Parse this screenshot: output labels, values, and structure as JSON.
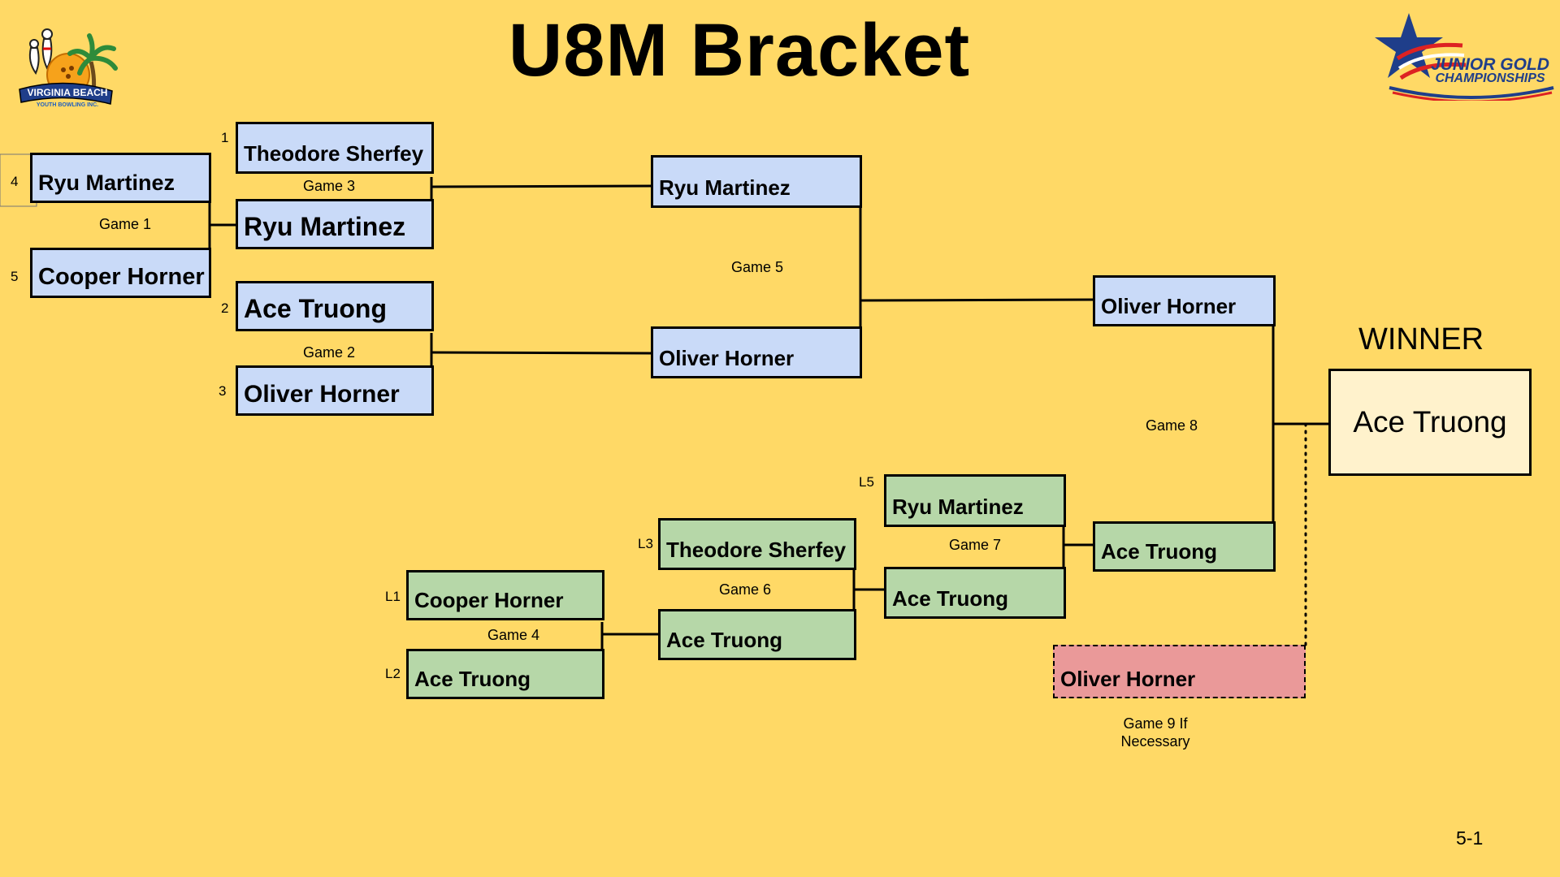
{
  "title": "U8M Bracket",
  "logos": {
    "left": {
      "line1": "VIRGINIA BEACH",
      "line2": "YOUTH BOWLING INC."
    },
    "right": {
      "line1": "JUNIOR GOLD",
      "line2": "CHAMPIONSHIPS"
    }
  },
  "seeds": {
    "s1": "1",
    "s2": "2",
    "s3": "3",
    "s4": "4",
    "s5": "5",
    "l1": "L1",
    "l2": "L2",
    "l3": "L3",
    "l5": "L5"
  },
  "games": {
    "g1": "Game 1",
    "g2": "Game 2",
    "g3": "Game 3",
    "g4": "Game 4",
    "g5": "Game 5",
    "g6": "Game 6",
    "g7": "Game 7",
    "g8": "Game 8",
    "g9": [
      "Game 9 If",
      "Necessary"
    ]
  },
  "slots": {
    "g1_top": "Ryu Martinez",
    "g1_bottom": "Cooper Horner",
    "g3_top": "Theodore Sherfey",
    "g3_bottom": "Ryu Martinez",
    "g2_top": "Ace Truong",
    "g2_bottom": "Oliver Horner",
    "g5_top": "Ryu Martinez",
    "g5_bottom": "Oliver Horner",
    "g8_top": "Oliver Horner",
    "g4_top": "Cooper Horner",
    "g4_bottom": "Ace Truong",
    "g6_top": "Theodore Sherfey",
    "g6_bottom": "Ace Truong",
    "g7_top": "Ryu Martinez",
    "g7_bottom": "Ace Truong",
    "g8_bottom": "Ace Truong",
    "g9_slot": "Oliver Horner"
  },
  "winner": {
    "heading": "WINNER",
    "name": "Ace Truong"
  },
  "footer": "5-1",
  "colors": {
    "background": "#ffd966",
    "winners_bracket": "#c9daf8",
    "losers_bracket": "#b6d7a8",
    "if_necessary": "#ea9999",
    "winner_box": "#fff2cc"
  }
}
